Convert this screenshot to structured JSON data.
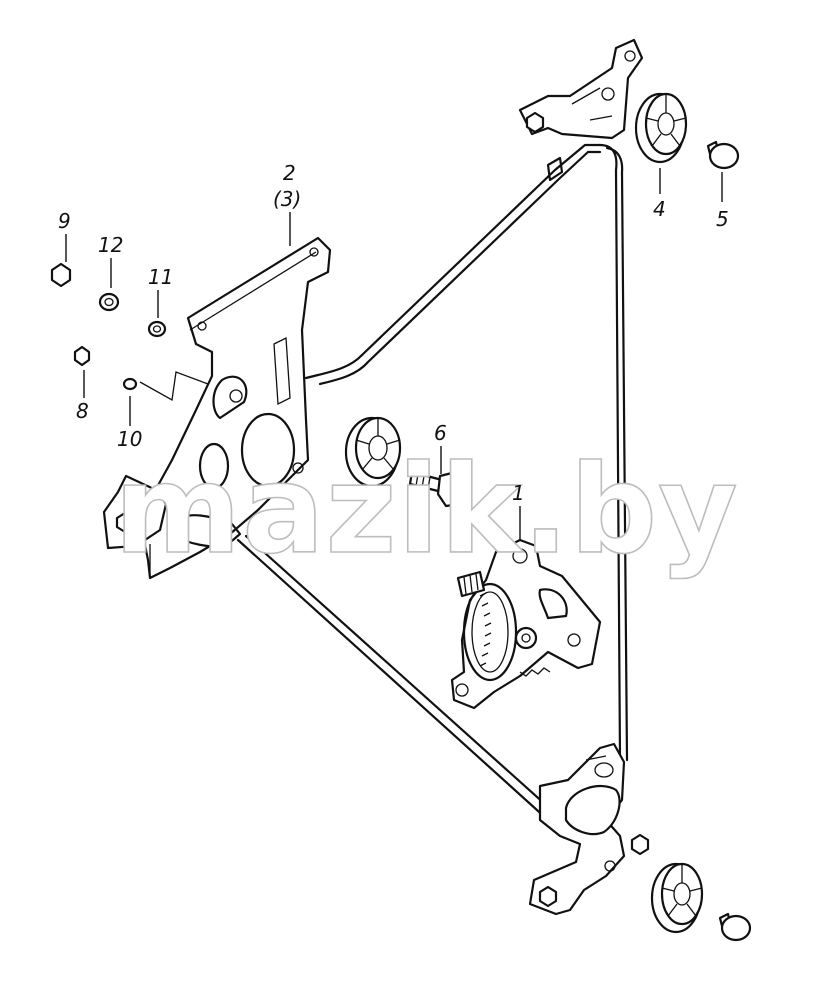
{
  "watermark": "mazik.by",
  "callouts": {
    "c1": "1",
    "c2": "2",
    "c3": "(3)",
    "c4": "4",
    "c5": "5",
    "c6": "6",
    "c8": "8",
    "c9": "9",
    "c10": "10",
    "c11": "11",
    "c12": "12"
  }
}
